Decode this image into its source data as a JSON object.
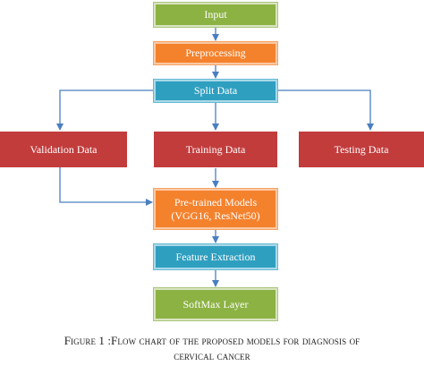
{
  "boxes": {
    "input": "Input",
    "preprocessing": "Preprocessing",
    "split_data": "Split Data",
    "validation_data": "Validation Data",
    "training_data": "Training Data",
    "testing_data": "Testing Data",
    "models_line1": "Pre-trained Models",
    "models_line2": "(VGG16, ResNet50)",
    "feature_extraction": "Feature Extraction",
    "softmax_layer": "SoftMax Layer"
  },
  "caption": {
    "line1": "Figure 1 :Flow chart of the proposed models for diagnosis of",
    "line2": "cervical cancer"
  },
  "colors": {
    "green": "#8cb243",
    "orange": "#f4822d",
    "teal": "#2f9fc0",
    "red": "#c23c3c",
    "arrow": "#4a7fc1"
  }
}
